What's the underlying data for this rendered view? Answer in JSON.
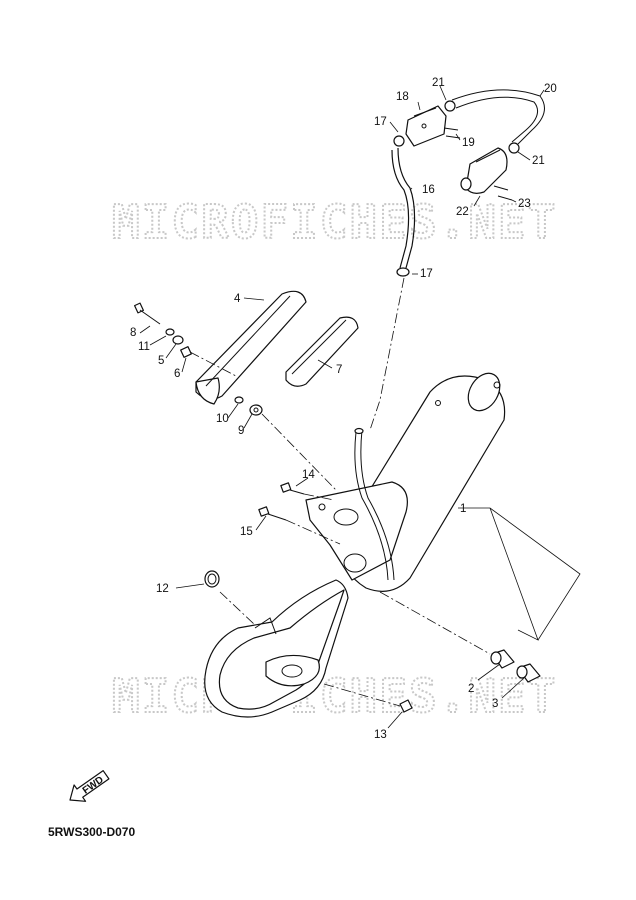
{
  "watermark": "MICROFICHES.NET",
  "diagram_code": "5RWS300-D070",
  "fwd_label": "FWD",
  "callouts": {
    "c1": "1",
    "c2": "2",
    "c3": "3",
    "c4": "4",
    "c5": "5",
    "c6": "6",
    "c7": "7",
    "c8": "8",
    "c9": "9",
    "c10": "10",
    "c11": "11",
    "c12": "12",
    "c13": "13",
    "c14": "14",
    "c15": "15",
    "c16": "16",
    "c17a": "17",
    "c17b": "17",
    "c18": "18",
    "c19": "19",
    "c20": "20",
    "c21a": "21",
    "c21b": "21",
    "c22": "22",
    "c23": "23"
  }
}
